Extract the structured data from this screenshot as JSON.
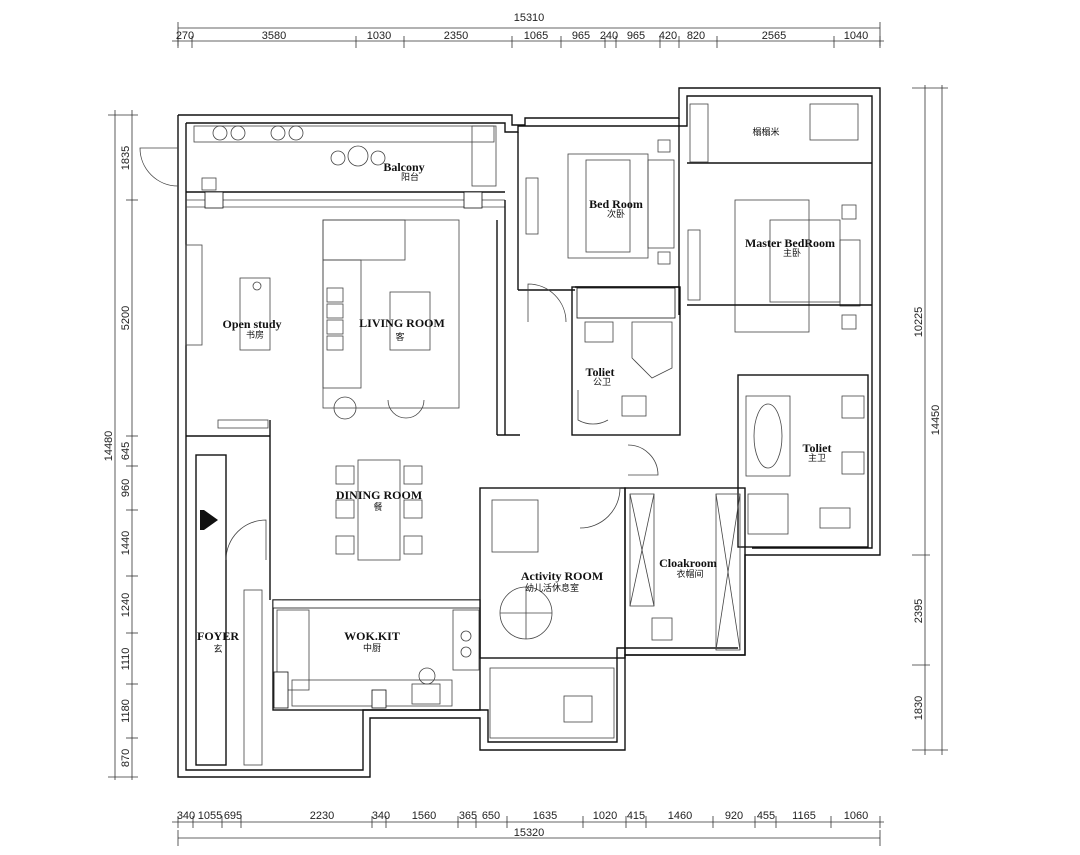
{
  "dimensions": {
    "top_total": "15310",
    "top": [
      "270",
      "3580",
      "1030",
      "2350",
      "1065",
      "965",
      "240",
      "965",
      "420",
      "820",
      "2565",
      "1040"
    ],
    "bottom_total": "15320",
    "bottom": [
      "340",
      "1055",
      "695",
      "2230",
      "340",
      "1560",
      "365",
      "650",
      "1635",
      "1020",
      "415",
      "1460",
      "920",
      "455",
      "1165",
      "1060"
    ],
    "left_total": "14480",
    "left": [
      "1835",
      "5200",
      "645",
      "960",
      "1440",
      "1240",
      "1110",
      "1180",
      "870"
    ],
    "right_total": "14450",
    "right_a": "10225",
    "right": [
      "2395",
      "1830"
    ]
  },
  "rooms": {
    "balcony": {
      "en": "Balcony",
      "cn": "阳台"
    },
    "bed_room": {
      "en": "Bed Room",
      "cn": "次卧"
    },
    "storage_cn": "榻榻米",
    "master": {
      "en": "Master BedRoom",
      "cn": "主卧"
    },
    "open_study": {
      "en": "Open study",
      "cn": "书房"
    },
    "living": {
      "en": "LIVING ROOM",
      "cn": "客"
    },
    "toilet1": {
      "en": "Toliet",
      "cn": "公卫"
    },
    "toilet2": {
      "en": "Toliet",
      "cn": "主卫"
    },
    "dining": {
      "en": "DINING ROOM",
      "cn": "餐"
    },
    "activity": {
      "en": "Activity ROOM",
      "cn": "幼儿活休息室"
    },
    "cloak": {
      "en": "Cloakroom",
      "cn": "衣帽间"
    },
    "foyer": {
      "en": "FOYER",
      "cn": "玄"
    },
    "kitchen": {
      "en": "WOK.KIT",
      "cn": "中厨"
    }
  }
}
